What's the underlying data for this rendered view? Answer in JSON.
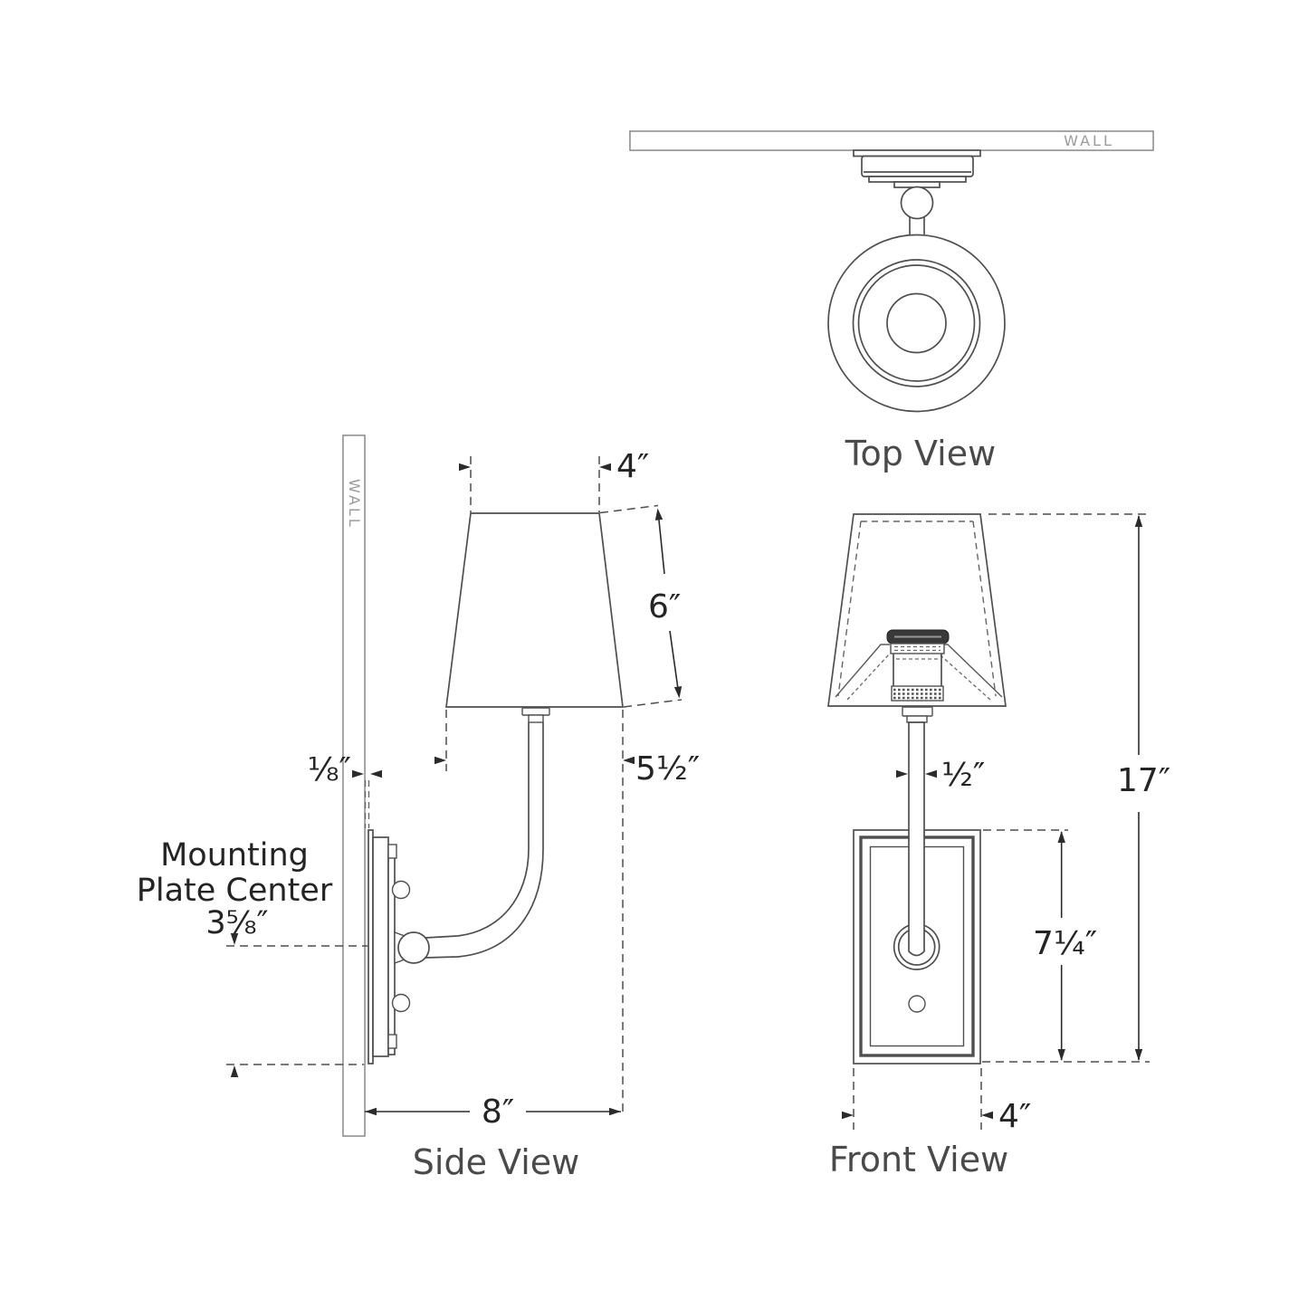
{
  "views": {
    "top": {
      "label": "Top View",
      "wall_label": "WALL"
    },
    "side": {
      "label": "Side View",
      "wall_label": "WALL",
      "dims": {
        "shade_top_width": "4″",
        "shade_slant_height": "6″",
        "shade_bottom_width": "5½″",
        "plate_wall_gap": "⅛″",
        "extension_depth": "8″"
      },
      "note": {
        "line1": "Mounting",
        "line2": "Plate Center",
        "value": "3⅝″"
      }
    },
    "front": {
      "label": "Front View",
      "dims": {
        "arm_diameter": "½″",
        "overall_height": "17″",
        "backplate_height": "7¼″",
        "backplate_width": "4″"
      }
    }
  },
  "colors": {
    "line": "#4f4f4f",
    "dimension": "#2b2b2b",
    "hatch": "#a8a8a8",
    "wall_text": "#9b9b9b",
    "socket_cap": "#39393b",
    "background": "#ffffff"
  }
}
